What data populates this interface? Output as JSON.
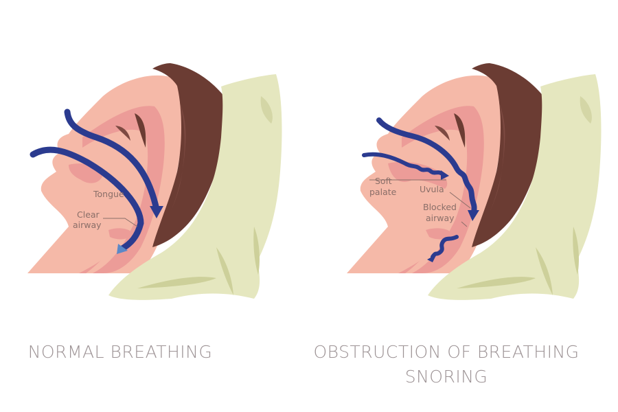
{
  "colors": {
    "skin": "#f5b9a8",
    "skin_inner": "#ec9c98",
    "airway": "#f0aaa3",
    "hair": "#6b3c33",
    "hair_shade": "#7d4a42",
    "pillow": "#e5e7bf",
    "pillow_shade": "#cdd09a",
    "arrow": "#2b3b8f",
    "arrow_tip": "#5b88c7",
    "label": "#8a6e68",
    "caption": "#9c9294"
  },
  "panels": {
    "normal": {
      "labels": {
        "tongue": "Tongue",
        "clear_airway_1": "Clear",
        "clear_airway_2": "airway"
      },
      "caption": "NORMAL BREATHING"
    },
    "snoring": {
      "labels": {
        "soft_palate_1": "Soft",
        "soft_palate_2": "palate",
        "uvula": "Uvula",
        "blocked_airway_1": "Blocked",
        "blocked_airway_2": "airway"
      },
      "caption_line1": "OBSTRUCTION OF BREATHING",
      "caption_line2": "SNORING"
    }
  }
}
